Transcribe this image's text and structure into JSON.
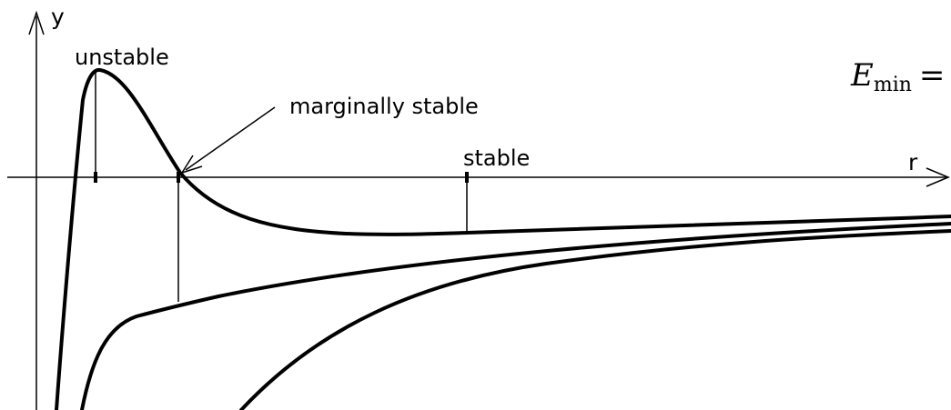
{
  "axes": {
    "x_label": "r",
    "y_label": "y"
  },
  "labels": {
    "unstable": "unstable",
    "marginally_stable": "marginally stable",
    "stable": "stable"
  },
  "equation": {
    "symbol": "E",
    "subscript": "min",
    "sign": "="
  },
  "colors": {
    "ink": "#000000",
    "background": "#ffffff"
  }
}
